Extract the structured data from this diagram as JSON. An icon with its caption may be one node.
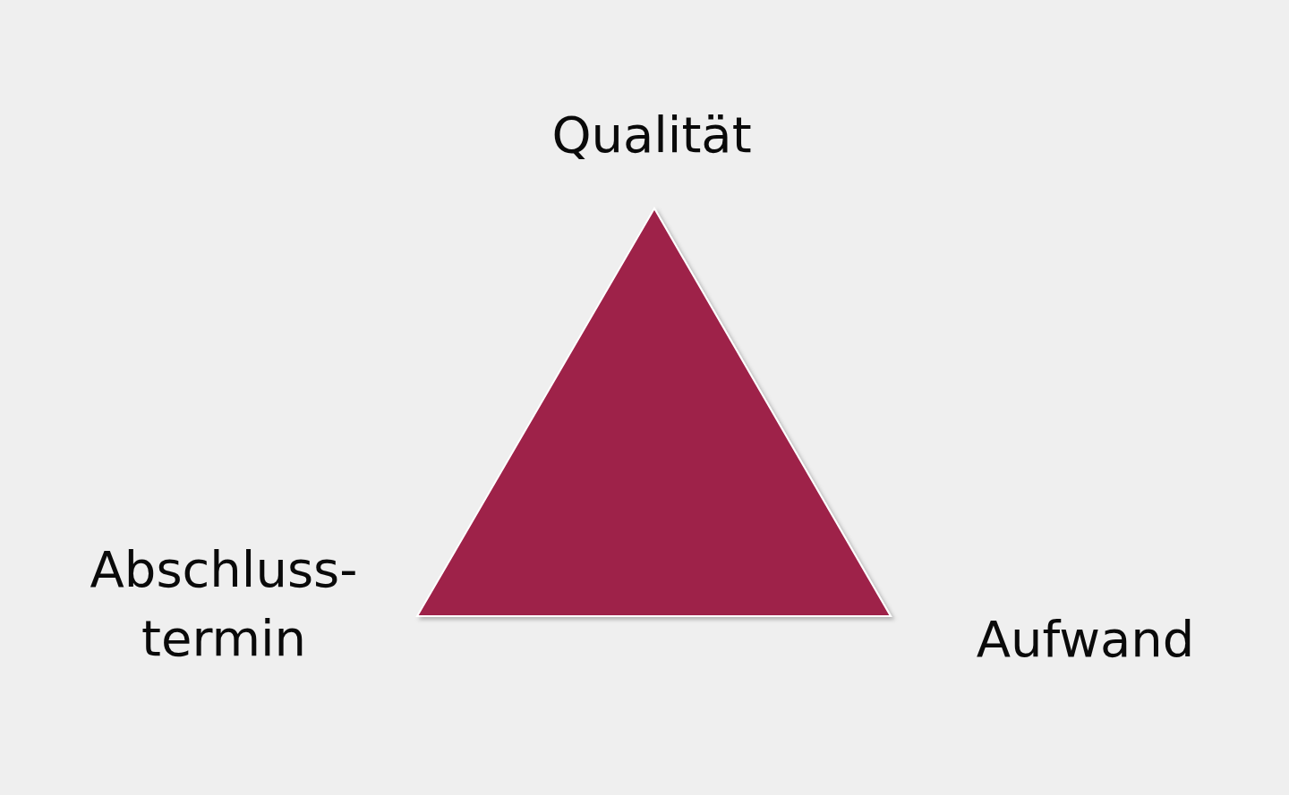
{
  "diagram": {
    "nodes": [
      {
        "text": [],
        "shape": "triangle",
        "beside": [
          "Qualität",
          "Abschluss- termin",
          "Aufwand"
        ]
      }
    ]
  }
}
